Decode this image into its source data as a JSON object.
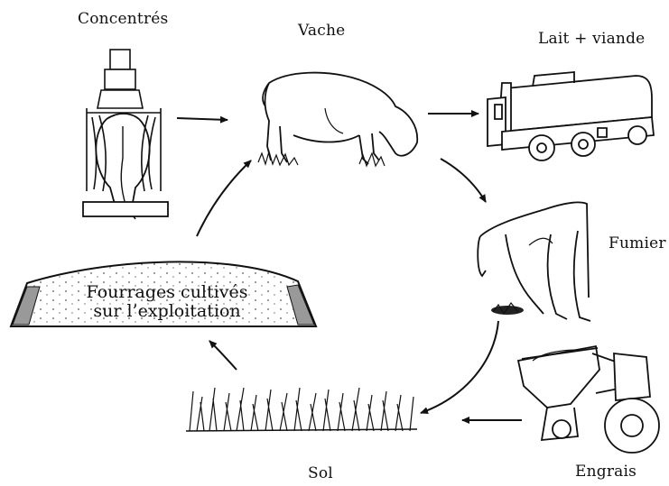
{
  "labels": {
    "concentrates": "Concentrés",
    "cow": "Vache",
    "milk_meat": "Lait + viande",
    "manure": "Fumier",
    "fertilizer": "Engrais",
    "soil": "Sol",
    "forage_line1": "Fourrages cultivés",
    "forage_line2": "sur l’exploitation"
  }
}
